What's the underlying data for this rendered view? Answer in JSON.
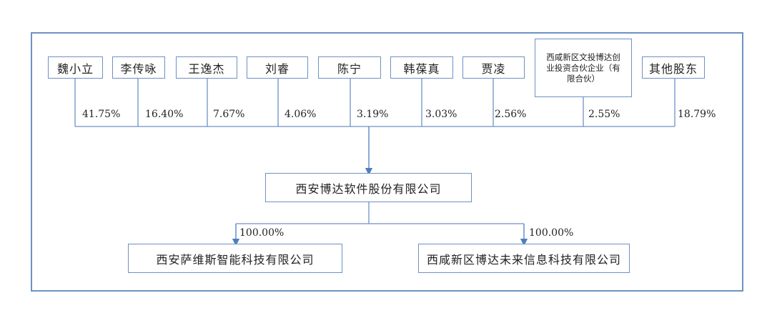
{
  "shareholders": [
    {
      "name": "魏小立",
      "share": "41.75%"
    },
    {
      "name": "李传咏",
      "share": "16.40%"
    },
    {
      "name": "王逸杰",
      "share": "7.67%"
    },
    {
      "name": "刘睿",
      "share": "4.06%"
    },
    {
      "name": "陈宁",
      "share": "3.19%"
    },
    {
      "name": "韩葆真",
      "share": "3.03%"
    },
    {
      "name": "贾凌",
      "share": "2.56%"
    },
    {
      "name": "西咸新区文投博达创业投资合伙企业（有限合伙）",
      "share": "2.55%"
    },
    {
      "name": "其他股东",
      "share": "18.79%"
    }
  ],
  "company": {
    "name": "西安博达软件股份有限公司"
  },
  "subsidiaries": [
    {
      "name": "西安萨维斯智能科技有限公司",
      "share": "100.00%"
    },
    {
      "name": "西咸新区博达未来信息科技有限公司",
      "share": "100.00%"
    }
  ],
  "colors": {
    "line": "#6e91c2",
    "arrow": "#4f7ec0"
  }
}
